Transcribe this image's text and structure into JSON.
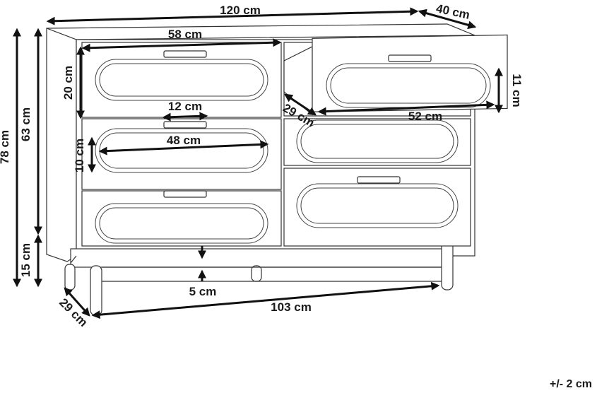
{
  "dimensions": {
    "total_width": "120 cm",
    "depth_top": "40 cm",
    "total_height": "78 cm",
    "body_height": "63 cm",
    "leg_height": "15 cm",
    "drawer_width": "58 cm",
    "drawer_height": "20 cm",
    "handle_width": "12 cm",
    "rattan_width": "48 cm",
    "rattan_height": "10 cm",
    "drawer_depth": "29 cm",
    "drawer_inner_width": "52 cm",
    "drawer_inner_height": "11 cm",
    "floor_gap": "5 cm",
    "leg_span": "103 cm",
    "leg_depth": "29 cm"
  },
  "tolerance": "+/- 2 cm"
}
